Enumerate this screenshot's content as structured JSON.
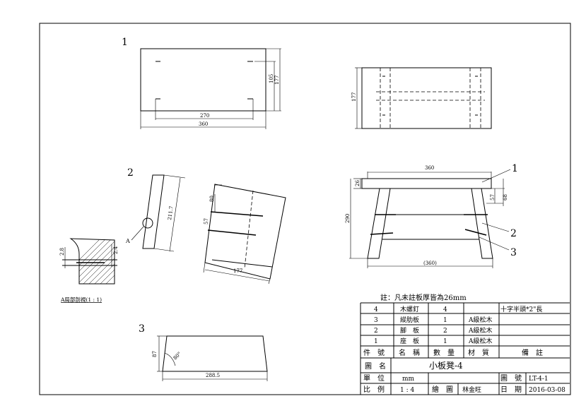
{
  "views": {
    "v1_label": "1",
    "v2_label": "2",
    "v3_label": "3",
    "callout_1": "1",
    "callout_2": "2",
    "callout_3": "3"
  },
  "dims": {
    "seat_top_105": "105",
    "seat_top_177": "177",
    "seat_top_270": "270",
    "seat_top_360": "360",
    "top_view_177": "177",
    "leg_211_7": "211.7",
    "leg_a_label": "A",
    "leg_front_80": "80",
    "leg_front_57": "57",
    "leg_front_177": "177",
    "detail_2_8": "2.8",
    "detail_2_4": "2.4",
    "detail_caption": "A局部剖視(1 : 1)",
    "front_360": "360",
    "front_26": "26",
    "front_57": "57",
    "front_68": "68",
    "front_290": "290",
    "front_360p": "(360)",
    "brace_87": "87",
    "brace_angle": "80°",
    "brace_288_5": "288.5"
  },
  "note": "註：凡未註板厚皆為26mm",
  "bom": {
    "rows": [
      {
        "no": "4",
        "name": "木螺釘",
        "qty": "4",
        "material": "",
        "remark": "十字半頭*2\"長"
      },
      {
        "no": "3",
        "name": "縱肋板",
        "qty": "1",
        "material": "A級松木",
        "remark": ""
      },
      {
        "no": "2",
        "name": "腳　板",
        "qty": "2",
        "material": "A級松木",
        "remark": ""
      },
      {
        "no": "1",
        "name": "座　板",
        "qty": "1",
        "material": "A級松木",
        "remark": ""
      }
    ],
    "headers": {
      "no": "件　號",
      "name": "名　稱",
      "qty": "數　量",
      "material": "材　質",
      "remark": "備　註"
    }
  },
  "title_block": {
    "drawing_name_label": "圖　名",
    "drawing_name": "小板凳-4",
    "unit_label": "單　位",
    "unit": "mm",
    "drawing_no_label": "圖　號",
    "drawing_no": "LT-4-1",
    "scale_label": "比　例",
    "scale": "1 : 4",
    "drawer_label": "繪　圖",
    "drawer": "林金旺",
    "date_label": "日　期",
    "date": "2016-03-08"
  }
}
